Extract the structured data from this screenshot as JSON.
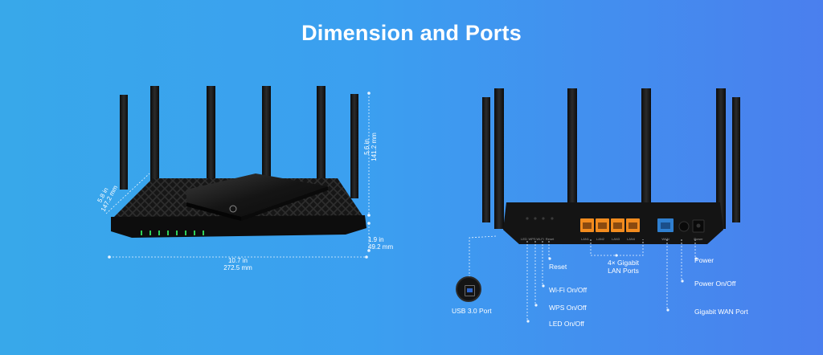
{
  "page": {
    "title": "Dimension and Ports",
    "background_colors": [
      "#38a8ea",
      "#4a7fee"
    ]
  },
  "front_view": {
    "depth": {
      "inches": "5.8 in",
      "mm": "147.2 mm"
    },
    "antenna_height": {
      "inches": "5.6 in",
      "mm": "141.2 mm"
    },
    "height": {
      "inches": "1.9 in",
      "mm": "49.2 mm"
    },
    "width": {
      "inches": "10.7 in",
      "mm": "272.5 mm"
    },
    "led_color": "#2fd05a"
  },
  "back_view": {
    "port_labels": [
      "LED",
      "WPS",
      "Wi-Fi",
      "Reset",
      "LAN1",
      "LAN2",
      "LAN3",
      "LAN4",
      "WAN",
      "Power"
    ],
    "lan_port_color": "#f28b1e",
    "wan_port_color": "#2f7fd0",
    "callouts": {
      "usb": "USB 3.0 Port",
      "reset": "Reset",
      "wifi": "Wi-Fi On/Off",
      "wps": "WPS On/Off",
      "led": "LED On/Off",
      "lan_line1": "4× Gigabit",
      "lan_line2": "LAN Ports",
      "wan": "Gigabit WAN Port",
      "power": "Power",
      "power_switch": "Power On/Off"
    }
  }
}
